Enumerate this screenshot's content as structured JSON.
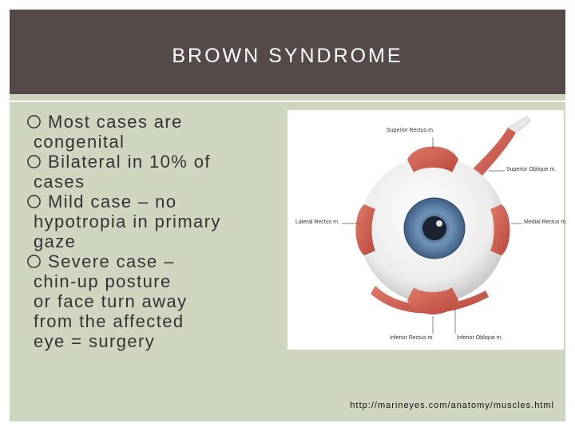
{
  "slide": {
    "title": "BROWN SYNDROME",
    "background_color": "#ced6c0",
    "title_bar_color": "#554a47"
  },
  "bullets": [
    {
      "lines": [
        "Most cases are",
        "congenital"
      ]
    },
    {
      "lines": [
        "Bilateral in 10% of",
        "cases"
      ]
    },
    {
      "lines": [
        "Mild case – no",
        "hypotropia in primary",
        "gaze"
      ]
    },
    {
      "lines": [
        "Severe case –",
        "chin-up posture",
        "or face turn away",
        "from the affected",
        "eye = surgery"
      ]
    }
  ],
  "diagram": {
    "labels": {
      "superior_rectus": "Superior Rectus m.",
      "superior_oblique": "Superior Oblique m.",
      "lateral_rectus": "Lateral Rectus m.",
      "medial_rectus": "Medial Rectus m.",
      "inferior_rectus": "Inferior Rectus m.",
      "inferior_oblique": "Inferior Oblique m."
    },
    "muscle_color": "#c9574a",
    "iris_color": "#5b7fa3"
  },
  "credit": "http://marineyes.com/anatomy/muscles.html"
}
